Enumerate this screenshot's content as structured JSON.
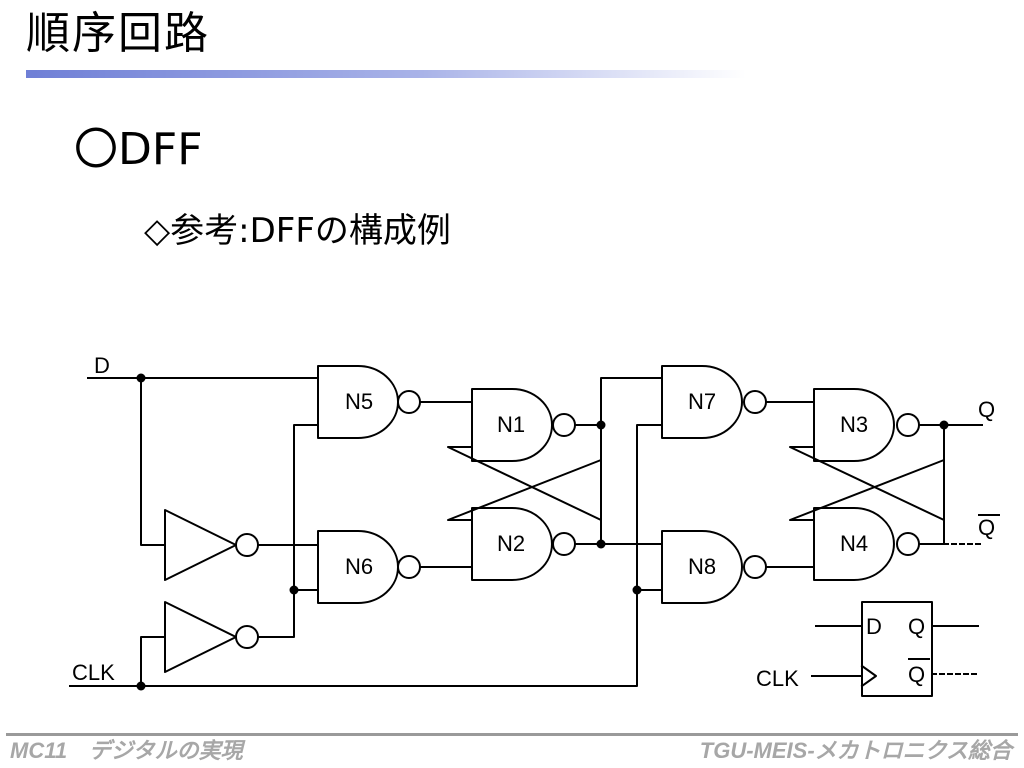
{
  "slide": {
    "title": "順序回路",
    "heading": "〇DFF",
    "subheading": "◇参考:DFFの構成例"
  },
  "diagram": {
    "signals": {
      "d": "D",
      "clk": "CLK",
      "q": "Q",
      "qbar": "Q"
    },
    "gates": {
      "n1": "N1",
      "n2": "N2",
      "n3": "N3",
      "n4": "N4",
      "n5": "N5",
      "n6": "N6",
      "n7": "N7",
      "n8": "N8"
    },
    "symbol": {
      "d": "D",
      "q": "Q",
      "qbar": "Q",
      "clk": "CLK"
    }
  },
  "footer": {
    "left": "MC11　デジタルの実現",
    "right": "TGU-MEIS-メカトロニクス総合"
  },
  "colors": {
    "title_rule": "#6f7fd6",
    "footer_text": "#a7a7a7",
    "footer_rule": "#9a9a9a"
  }
}
